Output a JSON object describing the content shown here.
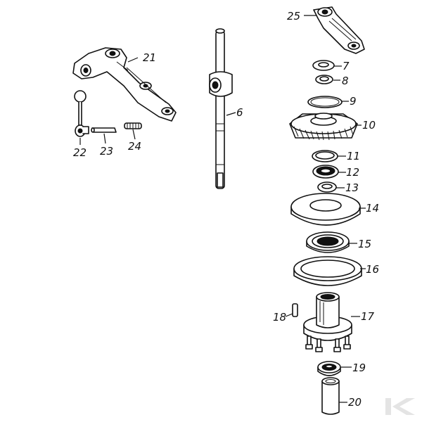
{
  "diagram": {
    "callouts": [
      {
        "id": "c25",
        "text": "25"
      },
      {
        "id": "c7",
        "text": "7"
      },
      {
        "id": "c8",
        "text": "8"
      },
      {
        "id": "c21",
        "text": "21"
      },
      {
        "id": "c9",
        "text": "9"
      },
      {
        "id": "c6",
        "text": "6"
      },
      {
        "id": "c10",
        "text": "10"
      },
      {
        "id": "c11",
        "text": "11"
      },
      {
        "id": "c12",
        "text": "12"
      },
      {
        "id": "c13",
        "text": "13"
      },
      {
        "id": "c22",
        "text": "22"
      },
      {
        "id": "c23",
        "text": "23"
      },
      {
        "id": "c24",
        "text": "24"
      },
      {
        "id": "c14",
        "text": "14"
      },
      {
        "id": "c15",
        "text": "15"
      },
      {
        "id": "c16",
        "text": "16"
      },
      {
        "id": "c18",
        "text": "18"
      },
      {
        "id": "c17",
        "text": "17"
      },
      {
        "id": "c19",
        "text": "19"
      },
      {
        "id": "c20",
        "text": "20"
      }
    ]
  }
}
